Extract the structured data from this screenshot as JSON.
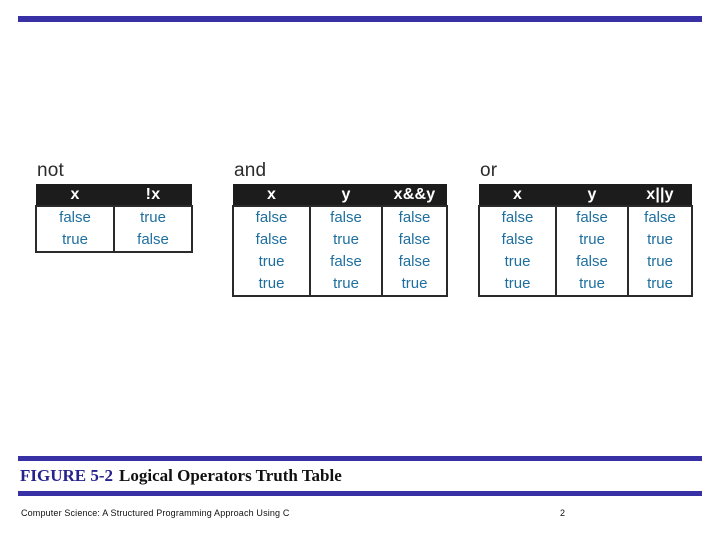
{
  "slide": {
    "top_rule_color": "#3831a6",
    "background": "#ffffff"
  },
  "figure": {
    "caption_number": "FIGURE 5-2",
    "caption_title": "Logical Operators Truth Table",
    "caption_number_color": "#26228e",
    "caption_title_color": "#111111",
    "header_bg": "#1c1c1c",
    "header_fg": "#ffffff",
    "value_color": "#1f6f9e",
    "tables": [
      {
        "name": "not",
        "label": "not",
        "columns": [
          "x",
          "!x"
        ],
        "rows": [
          [
            "false",
            "true"
          ],
          [
            "true",
            "false"
          ]
        ]
      },
      {
        "name": "and",
        "label": "and",
        "columns": [
          "x",
          "y",
          "x&&y"
        ],
        "rows": [
          [
            "false",
            "false",
            "false"
          ],
          [
            "false",
            "true",
            "false"
          ],
          [
            "true",
            "false",
            "false"
          ],
          [
            "true",
            "true",
            "true"
          ]
        ]
      },
      {
        "name": "or",
        "label": "or",
        "columns": [
          "x",
          "y",
          "x||y"
        ],
        "rows": [
          [
            "false",
            "false",
            "false"
          ],
          [
            "false",
            "true",
            "true"
          ],
          [
            "true",
            "false",
            "true"
          ],
          [
            "true",
            "true",
            "true"
          ]
        ]
      }
    ]
  },
  "footer": {
    "book_title": "Computer Science: A Structured Programming Approach Using C",
    "page_number": "2"
  }
}
